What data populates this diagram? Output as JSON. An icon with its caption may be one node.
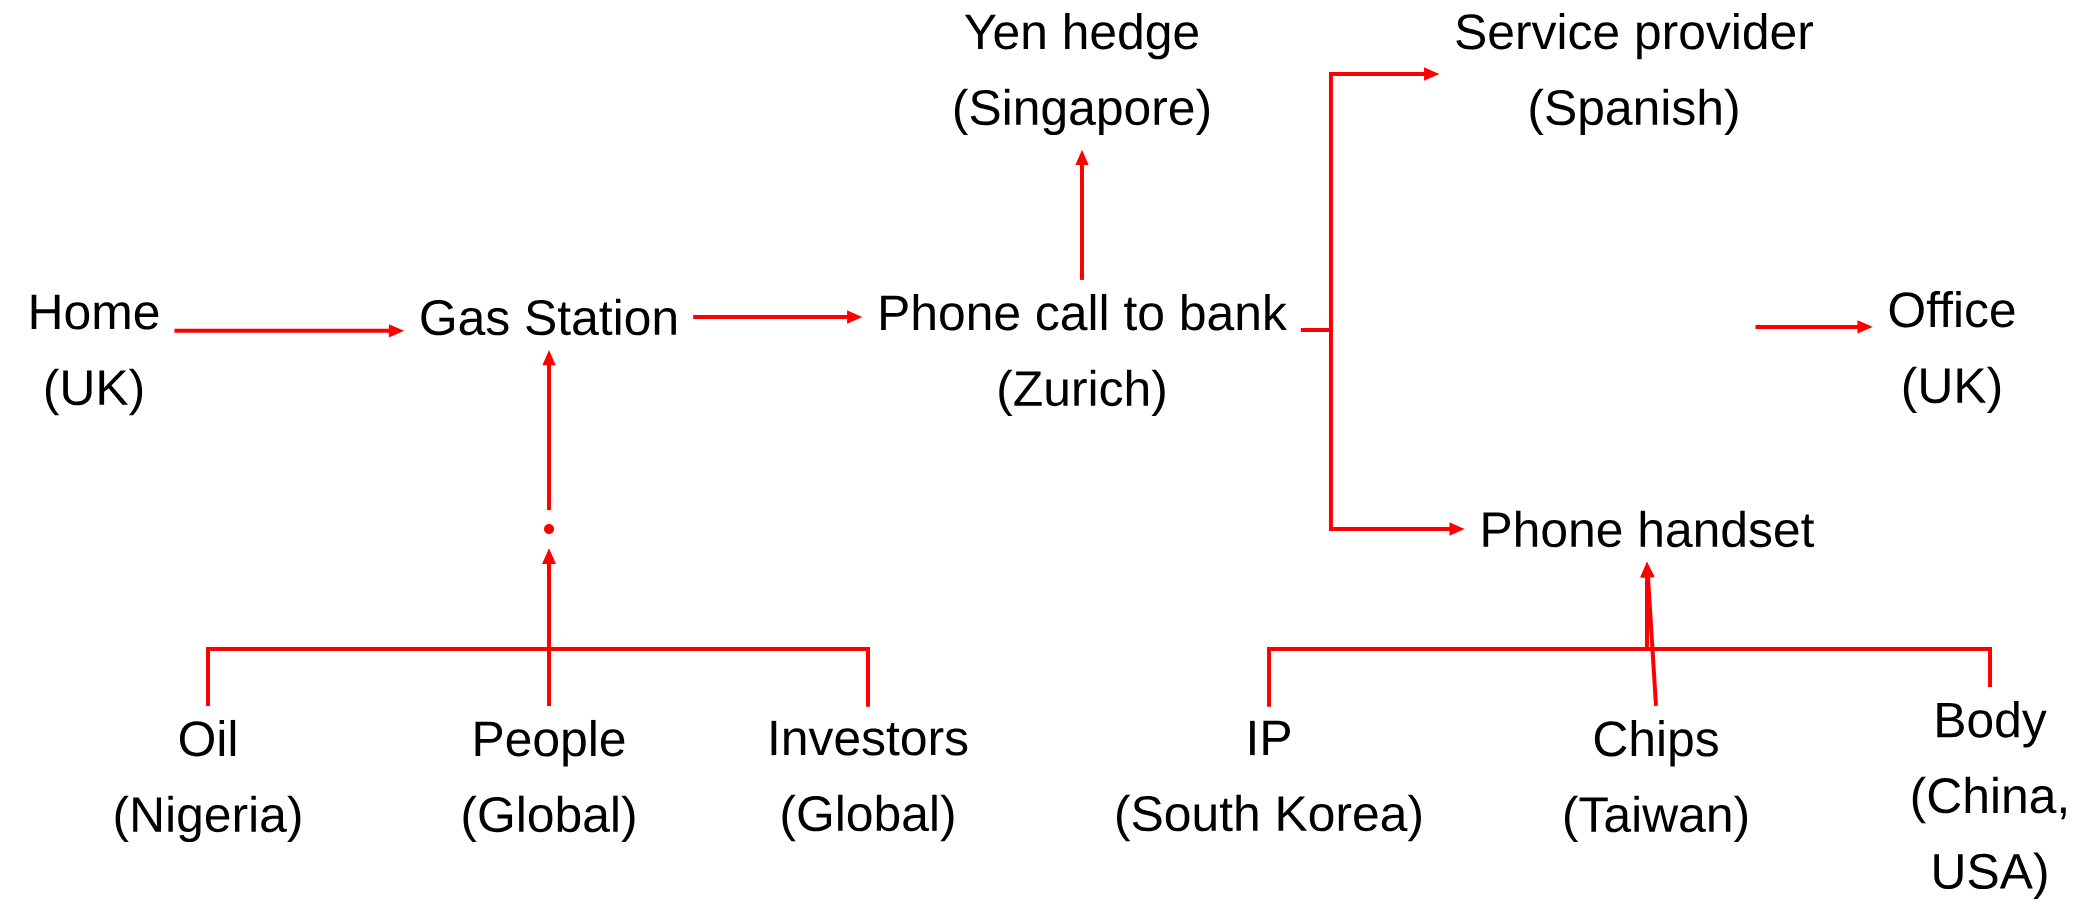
{
  "diagram": {
    "nodes": [
      {
        "text": [
          "Yen hedge",
          "(Singapore)"
        ]
      },
      {
        "text": [
          "Service provider",
          "(Spanish)"
        ]
      },
      {
        "text": [
          "Home",
          "(UK)"
        ]
      },
      {
        "text": [
          "Gas Station"
        ]
      },
      {
        "text": [
          "Phone call to bank",
          "(Zurich)"
        ]
      },
      {
        "text": [
          "Office",
          "(UK)"
        ]
      },
      {
        "text": [],
        "shape": "point"
      },
      {
        "text": [
          "Phone handset"
        ]
      },
      {
        "text": [
          "Oil",
          "(Nigeria)"
        ]
      },
      {
        "text": [
          "People",
          "(Global)"
        ]
      },
      {
        "text": [
          "Investors",
          "(Global)"
        ]
      },
      {
        "text": [
          "IP",
          "(South Korea)"
        ]
      },
      {
        "text": [
          "Chips",
          "(Taiwan)"
        ]
      },
      {
        "text": [
          "Body",
          "(China, USA)"
        ]
      }
    ],
    "edges": [
      {
        "from": 2,
        "to": 3,
        "arrow": "to"
      },
      {
        "from": 3,
        "to": 4,
        "arrow": "to"
      },
      {
        "from": 4,
        "to": 0,
        "arrow": "to"
      },
      {
        "from": 4,
        "to": 1,
        "arrow": "to"
      },
      {
        "from": 4,
        "to": 7,
        "arrow": "to"
      },
      {
        "from": null,
        "to": 5,
        "arrow": "to"
      },
      {
        "from": 6,
        "to": 3,
        "arrow": "to"
      },
      {
        "from": 8,
        "to": 6,
        "arrow": "to"
      },
      {
        "from": 9,
        "to": 6,
        "arrow": "to"
      },
      {
        "from": 10,
        "to": 6,
        "arrow": "to"
      },
      {
        "from": 11,
        "to": 7,
        "arrow": "to"
      },
      {
        "from": 12,
        "to": 7,
        "arrow": "to"
      },
      {
        "from": 13,
        "to": 7,
        "arrow": "to"
      }
    ]
  }
}
